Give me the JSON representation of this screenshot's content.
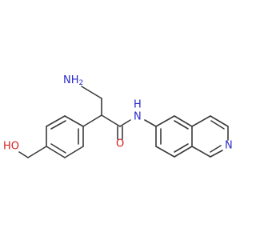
{
  "molecule": {
    "atoms": [
      {
        "id": "nh2",
        "label": "NH",
        "subscript": "2",
        "color": "#2a2ac8"
      },
      {
        "id": "nh",
        "label": "N",
        "sublabel": "H",
        "color": "#2a2ac8"
      },
      {
        "id": "o_carbonyl",
        "label": "O",
        "color": "#d62020"
      },
      {
        "id": "oh",
        "label": "HO",
        "color": "#d62020"
      },
      {
        "id": "n_ring",
        "label": "N",
        "color": "#2a2ac8"
      }
    ],
    "bond_color": "#3a3a3a"
  }
}
